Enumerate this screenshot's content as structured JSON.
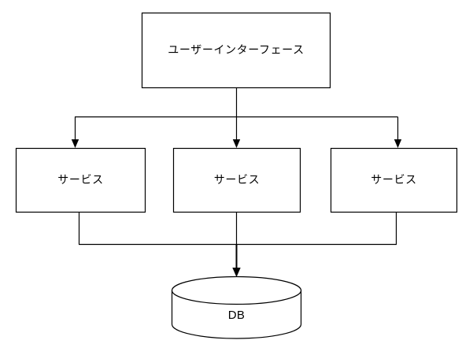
{
  "diagram": {
    "type": "architecture-flow-diagram",
    "background_color": "#ffffff",
    "stroke_color": "#000000",
    "text_color": "#000000",
    "nodes": {
      "ui": {
        "label": "ユーザーインターフェース",
        "shape": "rectangle"
      },
      "service_left": {
        "label": "サービス",
        "shape": "rectangle"
      },
      "service_center": {
        "label": "サービス",
        "shape": "rectangle"
      },
      "service_right": {
        "label": "サービス",
        "shape": "rectangle"
      },
      "database": {
        "label": "DB",
        "shape": "cylinder"
      }
    },
    "edges": [
      {
        "from": "ui",
        "to": "service_left",
        "style": "orthogonal",
        "arrow": "end"
      },
      {
        "from": "ui",
        "to": "service_center",
        "style": "orthogonal",
        "arrow": "end"
      },
      {
        "from": "ui",
        "to": "service_right",
        "style": "orthogonal",
        "arrow": "end"
      },
      {
        "from": "service_left",
        "to": "database",
        "style": "orthogonal",
        "arrow": "end"
      },
      {
        "from": "service_center",
        "to": "database",
        "style": "orthogonal",
        "arrow": "end"
      },
      {
        "from": "service_right",
        "to": "database",
        "style": "orthogonal",
        "arrow": "end"
      }
    ]
  }
}
